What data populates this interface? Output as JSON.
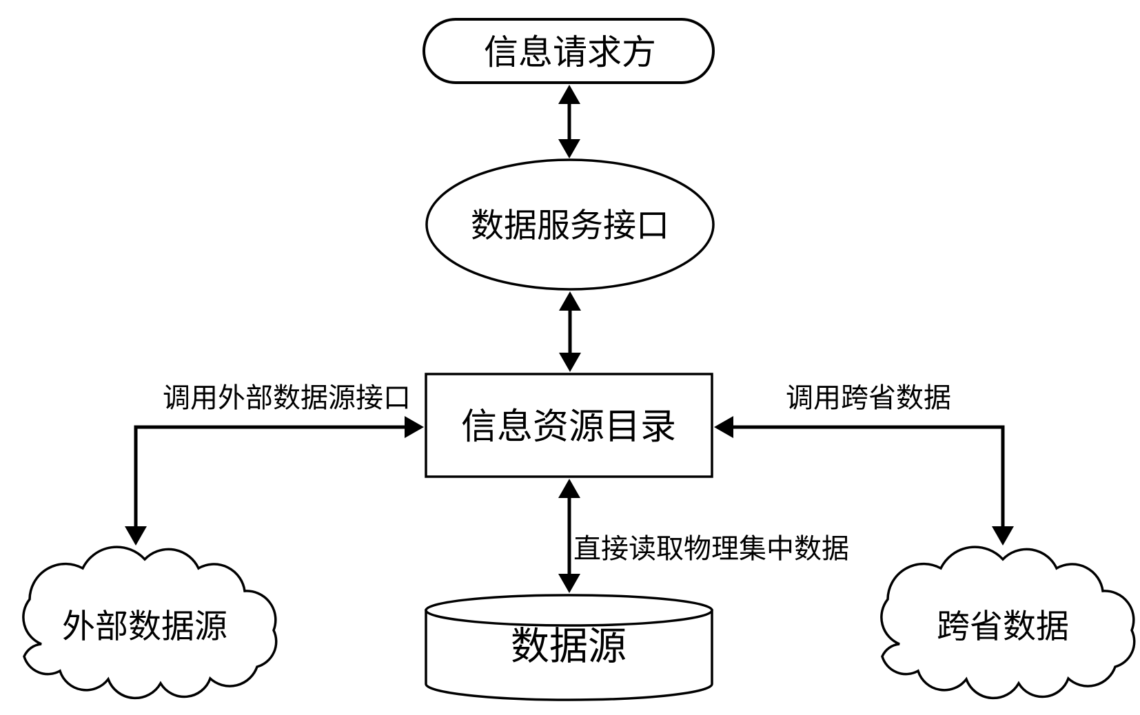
{
  "colors": {
    "background": "#ffffff",
    "stroke": "#000000",
    "text": "#000000"
  },
  "nodes": {
    "requester": {
      "label": "信息请求方"
    },
    "service_interface": {
      "label": "数据服务接口"
    },
    "resource_catalog": {
      "label": "信息资源目录"
    },
    "data_source": {
      "label": "数据源"
    },
    "external_source": {
      "label": "外部数据源"
    },
    "cross_province": {
      "label": "跨省数据"
    }
  },
  "edges": {
    "external_call": {
      "label": "调用外部数据源接口"
    },
    "cross_province_call": {
      "label": "调用跨省数据"
    },
    "direct_read": {
      "label": "直接读取物理集中数据"
    }
  }
}
